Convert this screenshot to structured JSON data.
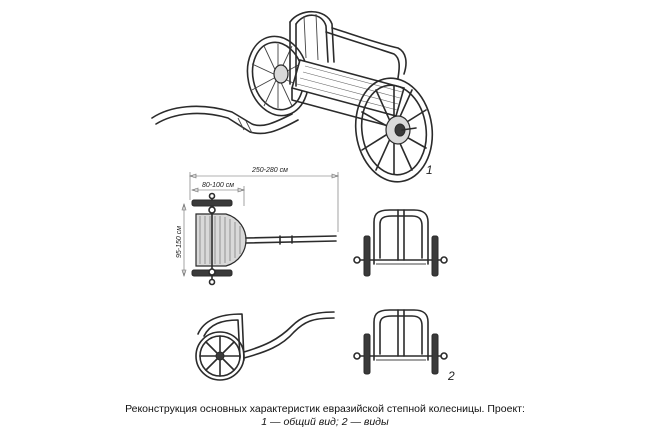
{
  "labels": {
    "fig1": "1",
    "fig2": "2"
  },
  "dimensions": {
    "overall_length": "250-280 см",
    "body_length": "80-100 см",
    "axle_width": "95-150 см"
  },
  "caption": {
    "line1": "Реконструкция основных характеристик евразийской степной колесницы. Проект:",
    "line2": "1 — общий вид; 2 — виды"
  }
}
